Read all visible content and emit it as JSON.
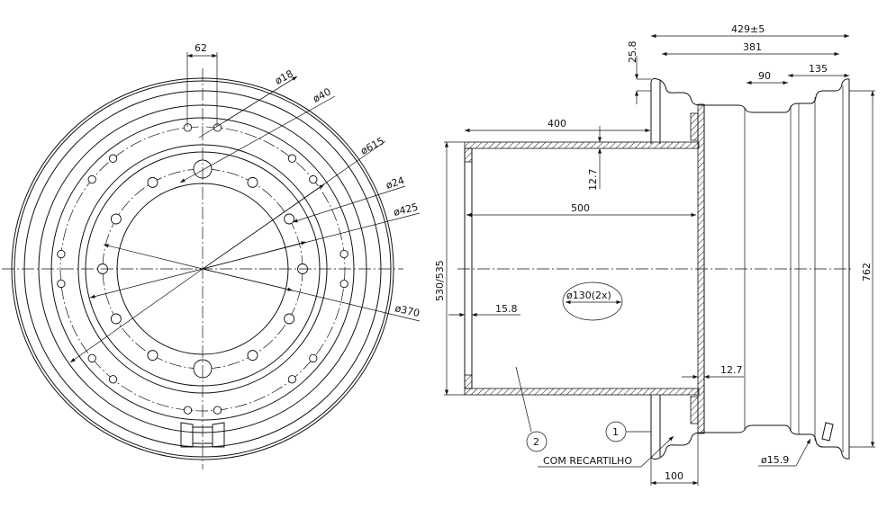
{
  "front_view": {
    "dim_bolt_spacing": "62",
    "dim_small_hole": "ø18",
    "dim_large_hole": "ø40",
    "dim_outer_bolt_circle": "ø615",
    "dim_inner_hole": "ø24",
    "dim_inner_bolt_circle": "ø425",
    "dim_center_bore": "ø370"
  },
  "side_view": {
    "dim_overall_width": "429±5",
    "dim_rim_width": "381",
    "dim_flange_height": "25.8",
    "dim_well_width": "90",
    "dim_outer_seat": "135",
    "dim_hub_length": "400",
    "dim_wall_thickness_top": "12.7",
    "dim_hub_inner_length": "500",
    "dim_hub_diameter": "530/535",
    "dim_ring_thickness": "15.8",
    "dim_vent_holes": "ø130(2x)",
    "dim_disc_thickness": "12.7",
    "dim_rim_diameter": "762",
    "dim_valve_hole": "ø15.9",
    "dim_offset": "100",
    "note_knurl": "COM  RECARTILHO",
    "balloon_1": "1",
    "balloon_2": "2"
  }
}
